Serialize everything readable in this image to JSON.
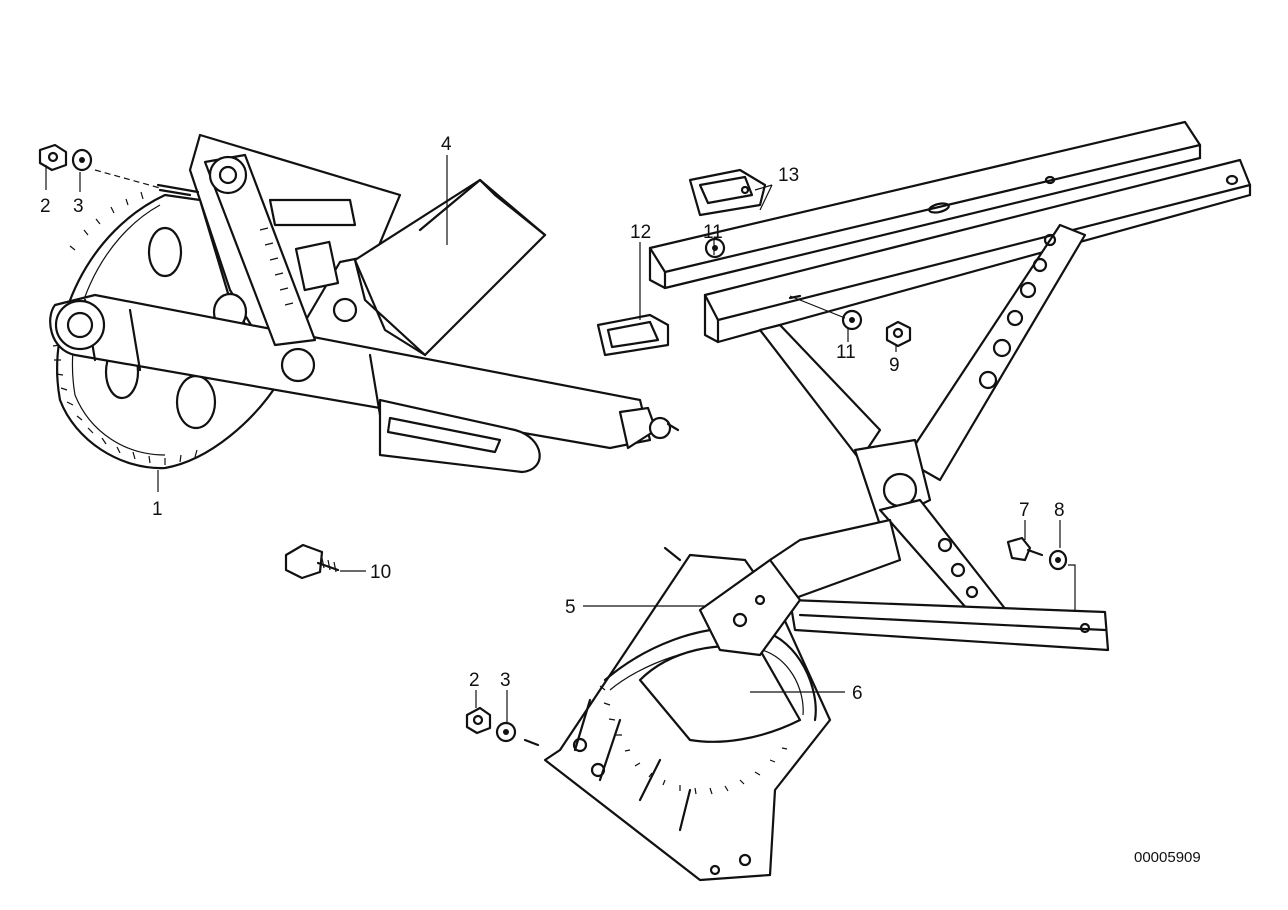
{
  "callouts": {
    "c1": "1",
    "c2a": "2",
    "c3a": "3",
    "c4": "4",
    "c5": "5",
    "c6": "6",
    "c7": "7",
    "c8": "8",
    "c9": "9",
    "c10": "10",
    "c11a": "11",
    "c11b": "11",
    "c12": "12",
    "c13": "13",
    "c2b": "2",
    "c3b": "3"
  },
  "doc_number": "00005909",
  "colors": {
    "ink": "#111111",
    "paper": "#ffffff"
  }
}
